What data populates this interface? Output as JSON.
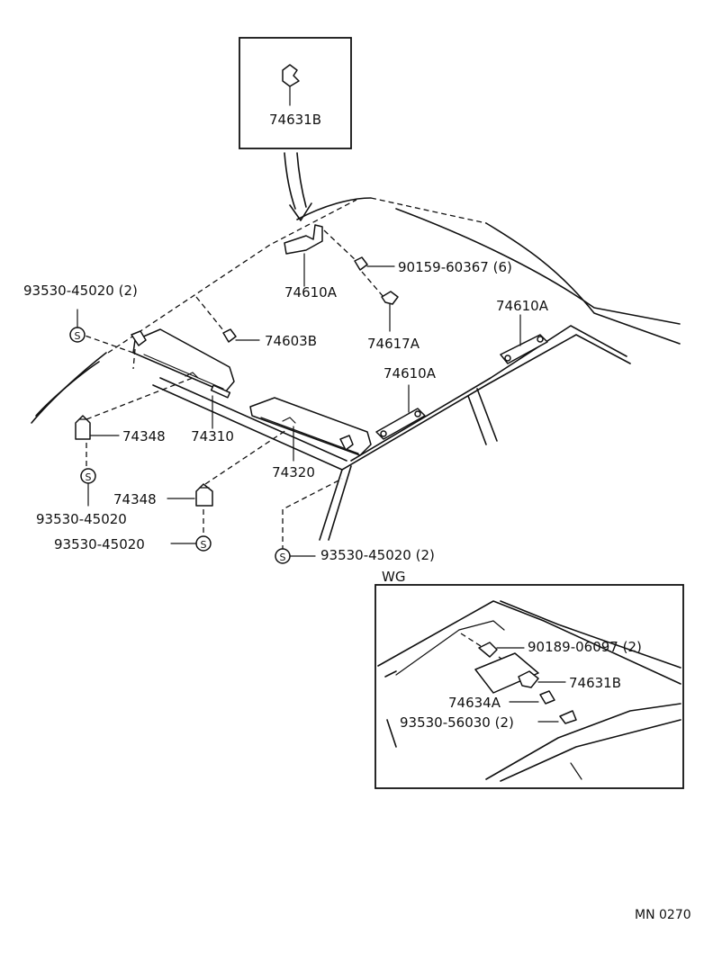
{
  "labels": {
    "detail_top": "74631B",
    "bracket_center": "74610A",
    "screw_top": "90159-60367 (6)",
    "clip_top": "74617A",
    "screw_left_top": "93530-45020 (2)",
    "clip_left": "74603B",
    "bracket_right_top": "74610A",
    "bracket_right_mid": "74610A",
    "visor_left": "74310",
    "holder_left": "74348",
    "visor_right": "74320",
    "holder_mid": "74348",
    "screw_left_bottom": "93530-45020",
    "screw_mid": "93530-45020",
    "screw_bottom": "93530-45020 (2)",
    "wg_title": "WG",
    "wg_part1": "90189-06097 (2)",
    "wg_part2": "74631B",
    "wg_part3": "74634A",
    "wg_part4": "93530-56030 (2)",
    "catalog_code": "MN 0270"
  },
  "symbols": {
    "screw_mark": "S"
  }
}
